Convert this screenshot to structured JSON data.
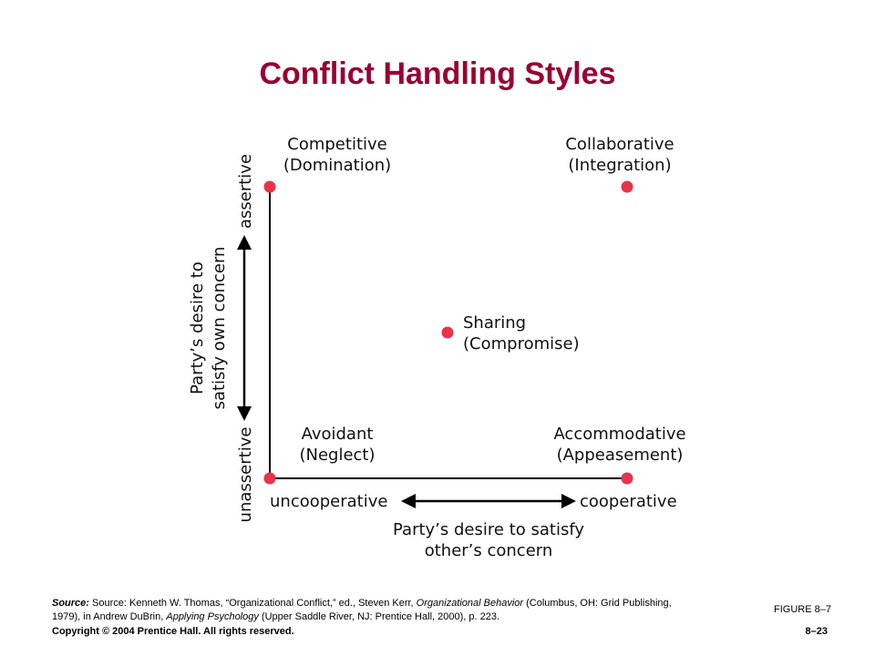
{
  "title": "Conflict Handling Styles",
  "styles": {
    "competitive": {
      "line1": "Competitive",
      "line2": "(Domination)"
    },
    "collaborative": {
      "line1": "Collaborative",
      "line2": "(Integration)"
    },
    "sharing": {
      "line1": "Sharing",
      "line2": "(Compromise)"
    },
    "avoidant": {
      "line1": "Avoidant",
      "line2": "(Neglect)"
    },
    "accommodative": {
      "line1": "Accommodative",
      "line2": "(Appeasement)"
    }
  },
  "y_axis": {
    "top_label": "assertive",
    "bottom_label": "unassertive",
    "title_line1": "Party’s desire to",
    "title_line2": "satisfy own concern"
  },
  "x_axis": {
    "left_label": "uncooperative",
    "right_label": "cooperative",
    "title_line1": "Party’s desire to satisfy",
    "title_line2": "other’s concern"
  },
  "footer": {
    "source_lead": "Source:",
    "source_part1": " Source: Kenneth W. Thomas, “Organizational Conflict,” ed., Steven Kerr, ",
    "source_book1": "Organizational Behavior",
    "source_part2": " (Columbus, OH: Grid Publishing, 1979), in Andrew DuBrin, ",
    "source_book2": "Applying Psychology",
    "source_part3": " (Upper Saddle River, NJ: Prentice Hall, 2000), p. 223.",
    "figure": "FIGURE 8–7",
    "copyright": "Copyright © 2004 Prentice Hall. All rights reserved.",
    "page": "8–23"
  },
  "colors": {
    "title": "#990033",
    "dot": "#e8334a",
    "line": "#000000"
  }
}
